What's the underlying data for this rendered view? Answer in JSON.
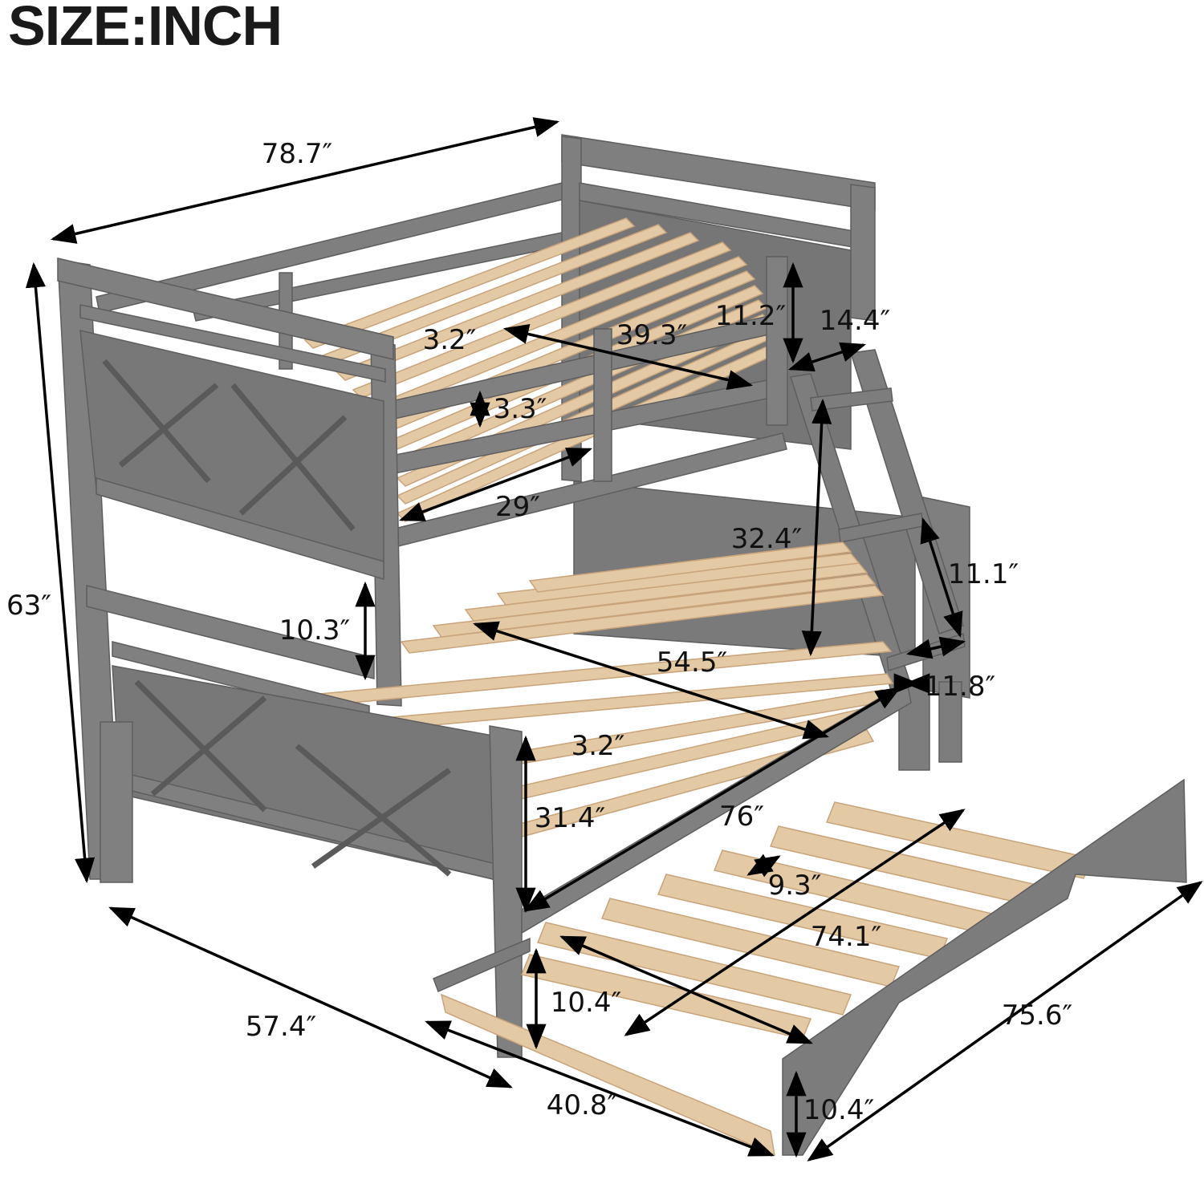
{
  "header": {
    "title": "SIZE:INCH"
  },
  "colors": {
    "frame": "#7f7f7f",
    "frame_dark": "#6b6b6b",
    "frame_light": "#999999",
    "slat": "#e3c9a4",
    "slat_edge": "#c9a47a",
    "arrow": "#000000",
    "text": "#111111"
  },
  "dimensions": {
    "overall_length": "78.7″",
    "overall_height": "63″",
    "overall_width": "57.4″",
    "top_guard_gap": "3.2″",
    "top_guard_length": "39.3″",
    "top_guard_height": "11.2″",
    "ladder_width": "14.4″",
    "top_rail_gap": "3.3″",
    "top_opening": "29″",
    "bunk_clearance": "32.4″",
    "ladder_step_spacing": "11.1″",
    "lower_headboard_gap": "10.3″",
    "lower_bed_length": "54.5″",
    "ladder_depth": "11.8″",
    "lower_slat_gap": "3.2″",
    "lower_bed_diagonal": "76″",
    "lower_bed_height": "31.4″",
    "trundle_slat_gap": "9.3″",
    "trundle_length": "74.1″",
    "trundle_height": "10.4″",
    "trundle_front_height": "10.4″",
    "trundle_width": "40.8″",
    "trundle_outer_length": "75.6″"
  }
}
